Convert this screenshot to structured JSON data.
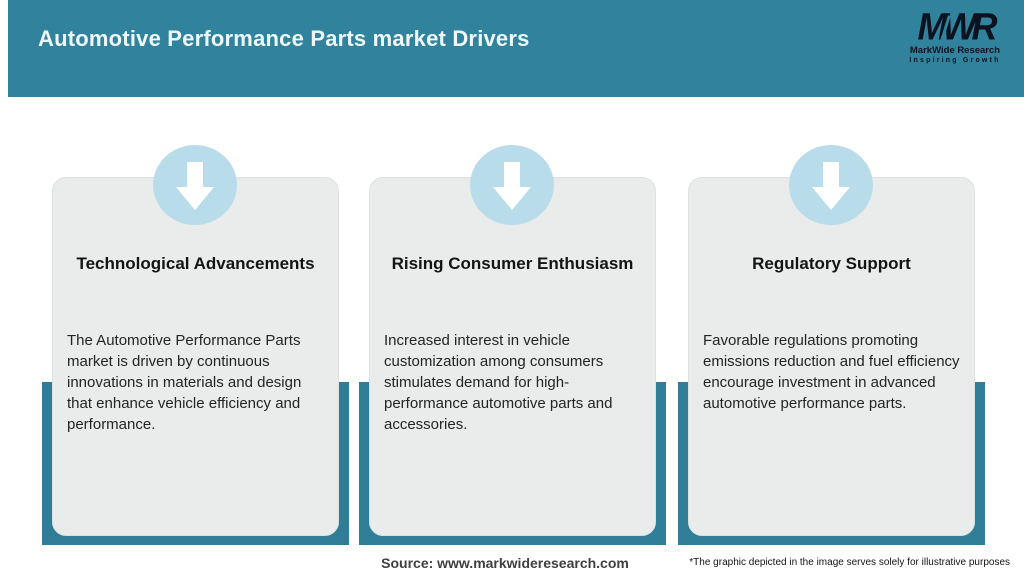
{
  "header": {
    "title": "Automotive Performance Parts market Drivers",
    "bg_color": "#31839d",
    "text_color": "#eef8fa"
  },
  "logo": {
    "mark": "MWR",
    "name": "MarkWide Research",
    "tagline": "Inspiring Growth"
  },
  "cards": [
    {
      "title": "Technological Advancements",
      "body": "The Automotive Performance Parts market is driven by continuous innovations in materials and design that enhance vehicle efficiency and performance.",
      "icon": "down-arrow-icon"
    },
    {
      "title": "Rising Consumer Enthusiasm",
      "body": "Increased interest in vehicle customization among consumers stimulates demand for high-performance automotive parts and accessories.",
      "icon": "down-arrow-icon"
    },
    {
      "title": "Regulatory Support",
      "body": "Favorable regulations promoting emissions reduction and fuel efficiency encourage investment in advanced automotive performance parts.",
      "icon": "down-arrow-icon"
    }
  ],
  "footer": {
    "source": "Source: www.markwideresearch.com",
    "disclaimer": "*The graphic depicted in the image serves solely for illustrative purposes"
  },
  "colors": {
    "header_teal": "#31839d",
    "backing_teal": "#2f7d97",
    "card_gray": "#e9eceb",
    "circle_blue": "#b9dcea",
    "arrow_white": "#ffffff"
  }
}
